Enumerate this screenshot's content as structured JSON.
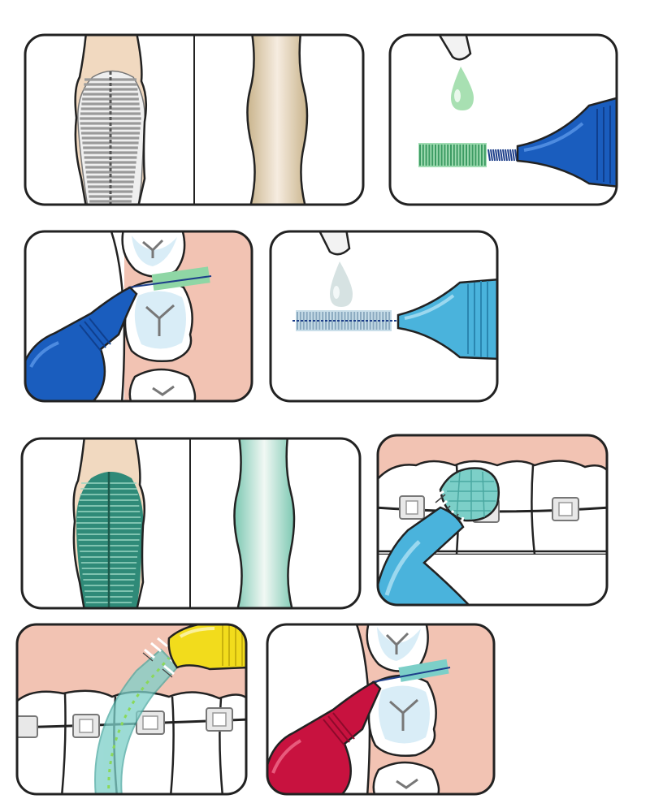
{
  "title": "",
  "colors": {
    "outline": "#222222",
    "gum": "#f2c3b3",
    "gum_dark": "#e3a694",
    "tooth": "#ffffff",
    "tooth_shade": "#d9edf7",
    "gap_beige": "#f1d9c0",
    "wire_grey": "#b8b8b8",
    "wire_green": "#2f8a78",
    "green_fill": "#cfeadf",
    "handle_blue": "#1a5dbe",
    "handle_lightblue": "#4ab3dc",
    "handle_red": "#c8123f",
    "handle_yellow": "#f2dc1c",
    "drop_green": "#a8e0b2",
    "drop_grey": "#d6e2e2",
    "bristle_green": "#8fd6a5",
    "bristle_light": "#c9dee9",
    "bristle_teal": "#7ccfc8",
    "bracket": "#e8e8e8"
  },
  "panels": [
    {
      "id": "cross-section-grey",
      "icons": [
        "interdental-brush-wire-icon",
        "interdental-space-icon"
      ]
    },
    {
      "id": "green-brush-drop",
      "icons": [
        "liquid-drop-icon",
        "interdental-brush-icon"
      ]
    },
    {
      "id": "blue-brush-in-teeth",
      "icons": [
        "tooth-icon",
        "interdental-brush-icon"
      ]
    },
    {
      "id": "lightblue-brush-drop",
      "icons": [
        "liquid-drop-icon",
        "interdental-brush-icon"
      ]
    },
    {
      "id": "cross-section-green",
      "icons": [
        "interdental-brush-wire-icon",
        "interdental-space-icon"
      ]
    },
    {
      "id": "braces-lightblue-brush",
      "icons": [
        "braces-bracket-icon",
        "single-tuft-brush-icon"
      ]
    },
    {
      "id": "braces-yellow-brush",
      "icons": [
        "braces-bracket-icon",
        "interdental-brush-icon"
      ]
    },
    {
      "id": "red-brush-in-teeth",
      "icons": [
        "tooth-icon",
        "interdental-brush-icon"
      ]
    }
  ]
}
